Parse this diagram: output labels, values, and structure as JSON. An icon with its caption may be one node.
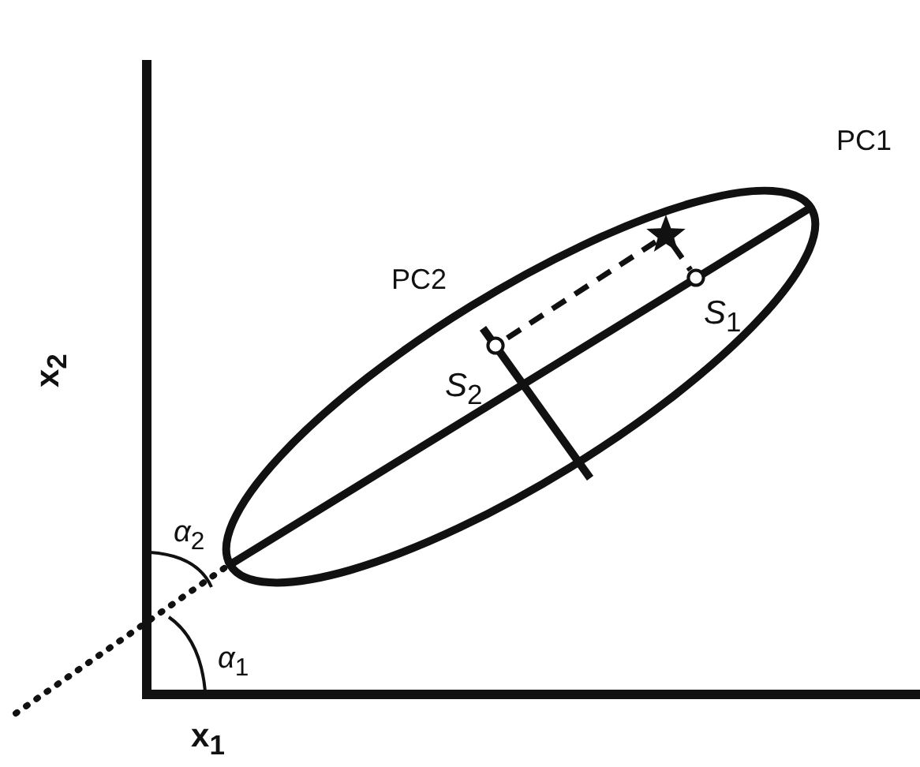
{
  "diagram": {
    "nodes": [
      {
        "text": [],
        "shape": "star"
      },
      {
        "text": [],
        "shape": "circle",
        "beside": [
          "*S*$_{1}$"
        ]
      },
      {
        "text": [],
        "shape": "circle",
        "beside": [
          "*S*$_{2}$"
        ]
      }
    ],
    "edges": [
      {
        "from": 0,
        "to": 1,
        "arrow": "none",
        "style": "dashed"
      },
      {
        "from": 0,
        "to": 2,
        "arrow": "none",
        "style": "dashed"
      }
    ],
    "labels": [
      "PC1",
      "PC2",
      "x$_{2}$",
      "*α*$_{2}$",
      "*α*$_{1}$",
      "x$_{1}$"
    ]
  }
}
